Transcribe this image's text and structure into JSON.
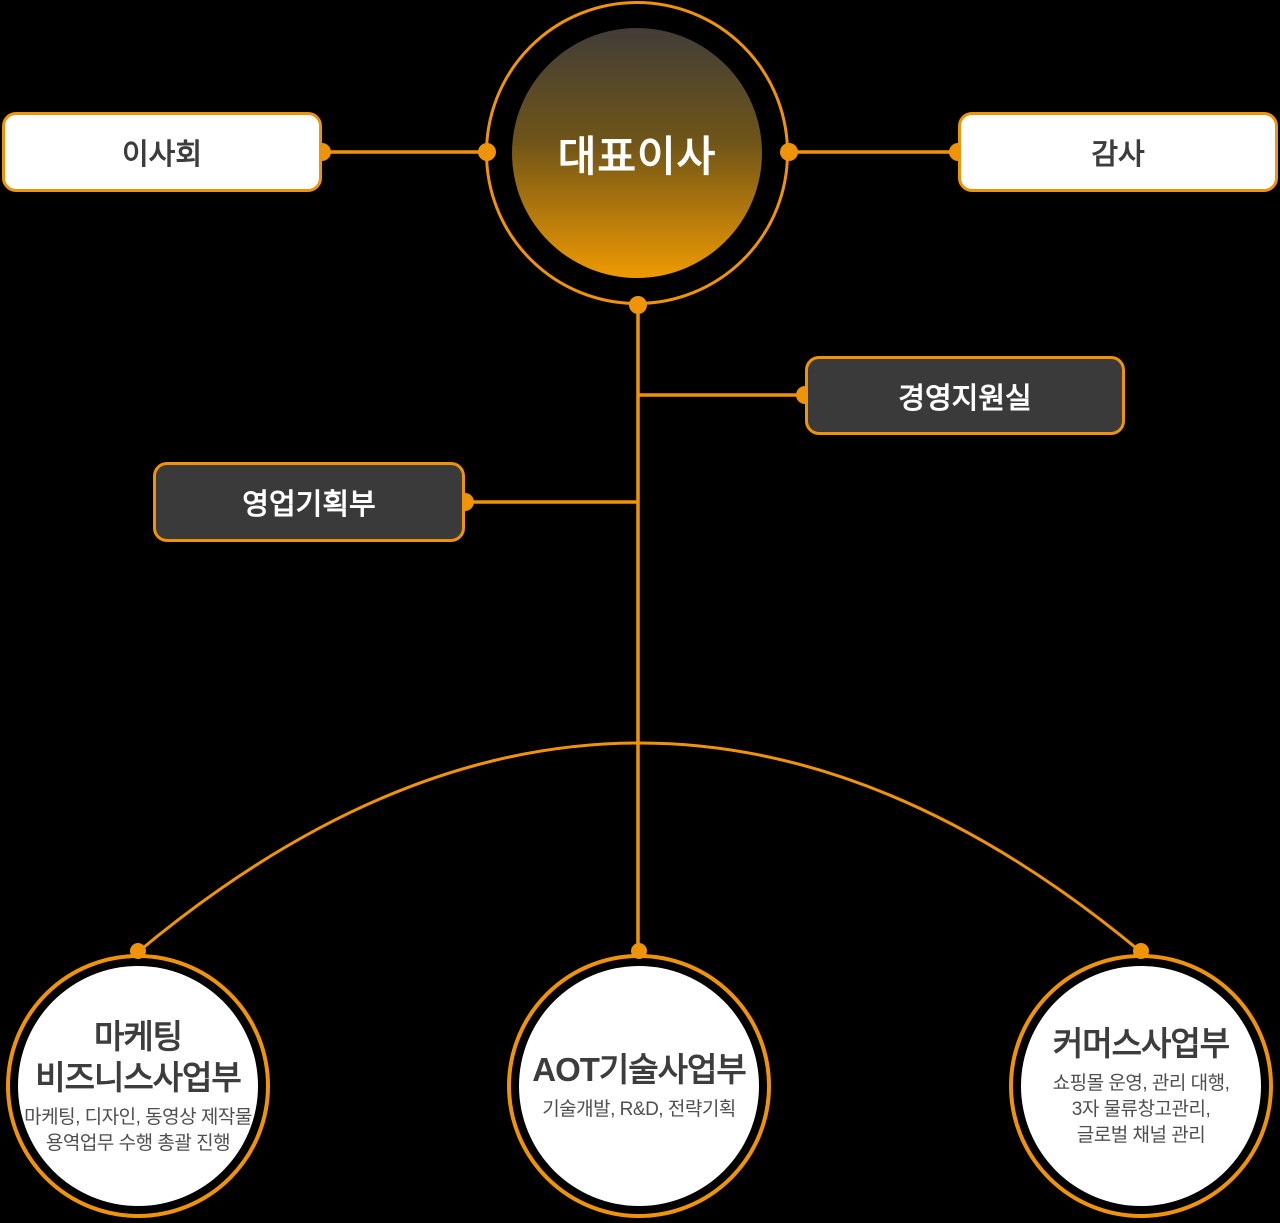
{
  "colors": {
    "accent": "#EF9309",
    "background": "#000000",
    "box_dark": "#3A3A3A",
    "text_dark": "#3D3D3D",
    "text_desc": "#4F4F4F",
    "white": "#FFFFFF"
  },
  "nodes": {
    "ceo": {
      "label": "대표이사"
    },
    "board": {
      "label": "이사회"
    },
    "auditor": {
      "label": "감사"
    },
    "mgmt_support": {
      "label": "경영지원실"
    },
    "sales_planning": {
      "label": "영업기획부"
    },
    "marketing_division": {
      "title_line1": "마케팅",
      "title_line2": "비즈니스사업부",
      "desc_line1": "마케팅, 디자인, 동영상 제작물",
      "desc_line2": "용역업무 수행 총괄 진행"
    },
    "aot_division": {
      "title": "AOT기술사업부",
      "desc": "기술개발, R&D, 전략기획"
    },
    "commerce_division": {
      "title": "커머스사업부",
      "desc_line1": "쇼핑몰 운영, 관리 대행,",
      "desc_line2": "3자 물류창고관리,",
      "desc_line3": "글로벌 채널 관리"
    }
  }
}
